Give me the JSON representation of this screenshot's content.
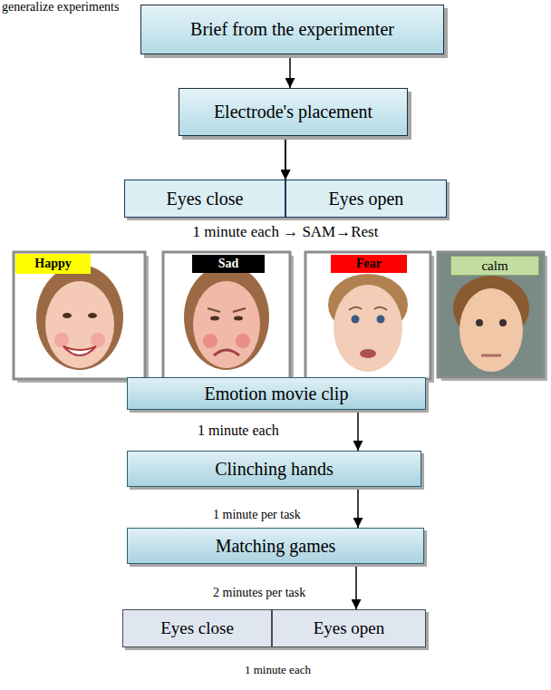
{
  "diagram": {
    "nodes": [
      {
        "text": [
          "Brief from the experimenter"
        ]
      },
      {
        "text": [
          "Electrode's placement"
        ]
      },
      {
        "text": [
          "Eyes close"
        ]
      },
      {
        "text": [
          "Eyes open"
        ]
      },
      {
        "text": [
          "Happy"
        ]
      },
      {
        "text": [
          "Sad"
        ]
      },
      {
        "text": [
          "Fear"
        ]
      },
      {
        "text": [
          "calm"
        ]
      },
      {
        "text": [
          "Emotion movie clip"
        ]
      },
      {
        "text": [
          "Clinching hands"
        ]
      },
      {
        "text": [
          "Matching games"
        ]
      },
      {
        "text": [
          "Eyes close"
        ]
      },
      {
        "text": [
          "Eyes open"
        ]
      }
    ],
    "edges": [
      {
        "from": 0,
        "to": 1,
        "arrow": "to"
      },
      {
        "from": 1,
        "to": 2,
        "arrow": "to"
      },
      {
        "from": 1,
        "to": 3,
        "arrow": "to"
      },
      {
        "from": 8,
        "to": 9,
        "arrow": "to"
      },
      {
        "from": 9,
        "to": 10,
        "arrow": "to"
      },
      {
        "from": 10,
        "to": 12,
        "arrow": "to"
      }
    ],
    "labels": [
      "generalize experiments",
      "1 minute each → SAM→Rest",
      "1 minute each",
      "1 minute per task",
      "2 minutes per task",
      "1 minute each"
    ]
  }
}
